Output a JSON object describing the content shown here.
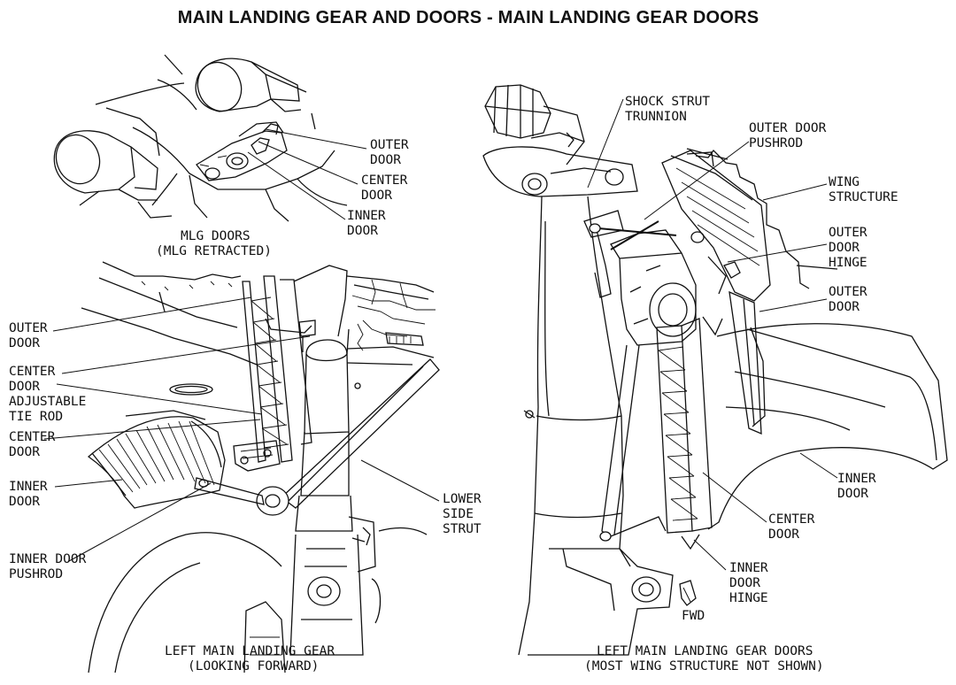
{
  "title": "MAIN LANDING GEAR AND DOORS - MAIN LANDING GEAR DOORS",
  "top_view": {
    "labels": {
      "outer_door": [
        "OUTER",
        "DOOR"
      ],
      "center_door": [
        "CENTER",
        "DOOR"
      ],
      "inner_door": [
        "INNER",
        "DOOR"
      ]
    },
    "caption": [
      "MLG DOORS",
      "(MLG RETRACTED)"
    ]
  },
  "forward_view": {
    "labels": {
      "outer_door": [
        "OUTER",
        "DOOR"
      ],
      "center_door_tie_rod": [
        "CENTER",
        "DOOR",
        "ADJUSTABLE",
        "TIE ROD"
      ],
      "center_door": [
        "CENTER",
        "DOOR"
      ],
      "inner_door": [
        "INNER",
        "DOOR"
      ],
      "inner_door_pushrod": [
        "INNER DOOR",
        "PUSHROD"
      ],
      "lower_side_strut": [
        "LOWER",
        "SIDE",
        "STRUT"
      ]
    },
    "caption": [
      "LEFT MAIN LANDING GEAR",
      "(LOOKING FORWARD)"
    ]
  },
  "side_view": {
    "labels": {
      "shock_strut_trunnion": [
        "SHOCK STRUT",
        "TRUNNION"
      ],
      "outer_door_pushrod": [
        "OUTER DOOR",
        "PUSHROD"
      ],
      "wing_structure": [
        "WING",
        "STRUCTURE"
      ],
      "outer_door_hinge": [
        "OUTER",
        "DOOR",
        "HINGE"
      ],
      "outer_door": [
        "OUTER",
        "DOOR"
      ],
      "inner_door": [
        "INNER",
        "DOOR"
      ],
      "center_door": [
        "CENTER",
        "DOOR"
      ],
      "inner_door_hinge": [
        "INNER",
        "DOOR",
        "HINGE"
      ],
      "fwd": "FWD"
    },
    "caption": [
      "LEFT MAIN LANDING GEAR DOORS",
      "(MOST WING STRUCTURE NOT SHOWN)"
    ]
  }
}
